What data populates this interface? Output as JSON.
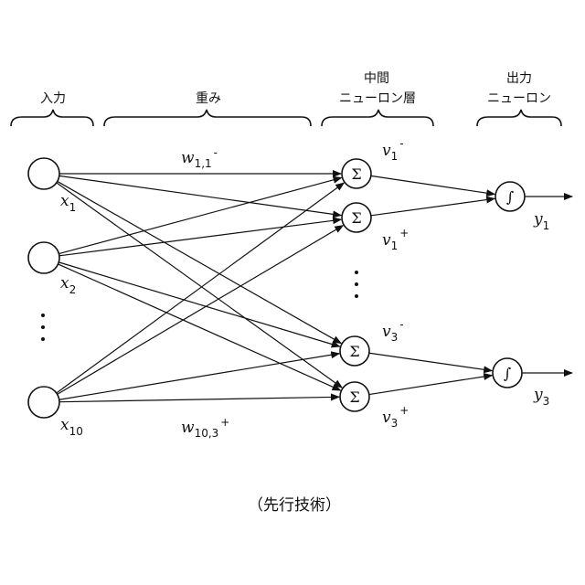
{
  "headers": {
    "input": "入力",
    "weights": "重み",
    "hidden_line1": "中間",
    "hidden_line2": "ニューロン層",
    "output_line1": "出力",
    "output_line2": "ニューロン"
  },
  "inputs": [
    {
      "var": "x",
      "sub": "1"
    },
    {
      "var": "x",
      "sub": "2"
    },
    {
      "var": "x",
      "sub": "10"
    }
  ],
  "weights": {
    "top": {
      "var": "w",
      "sub": "1,1",
      "sup": "-"
    },
    "bottom": {
      "var": "w",
      "sub": "10,3",
      "sup": "+"
    }
  },
  "hidden_symbol": "Σ",
  "hidden_labels": [
    {
      "var": "v",
      "sub": "1",
      "sup": "-"
    },
    {
      "var": "v",
      "sub": "1",
      "sup": "+"
    },
    {
      "var": "v",
      "sub": "3",
      "sup": "-"
    },
    {
      "var": "v",
      "sub": "3",
      "sup": "+"
    }
  ],
  "output_symbol": "∫",
  "outputs": [
    {
      "var": "y",
      "sub": "1"
    },
    {
      "var": "y",
      "sub": "3"
    }
  ],
  "caption": "（先行技術）"
}
